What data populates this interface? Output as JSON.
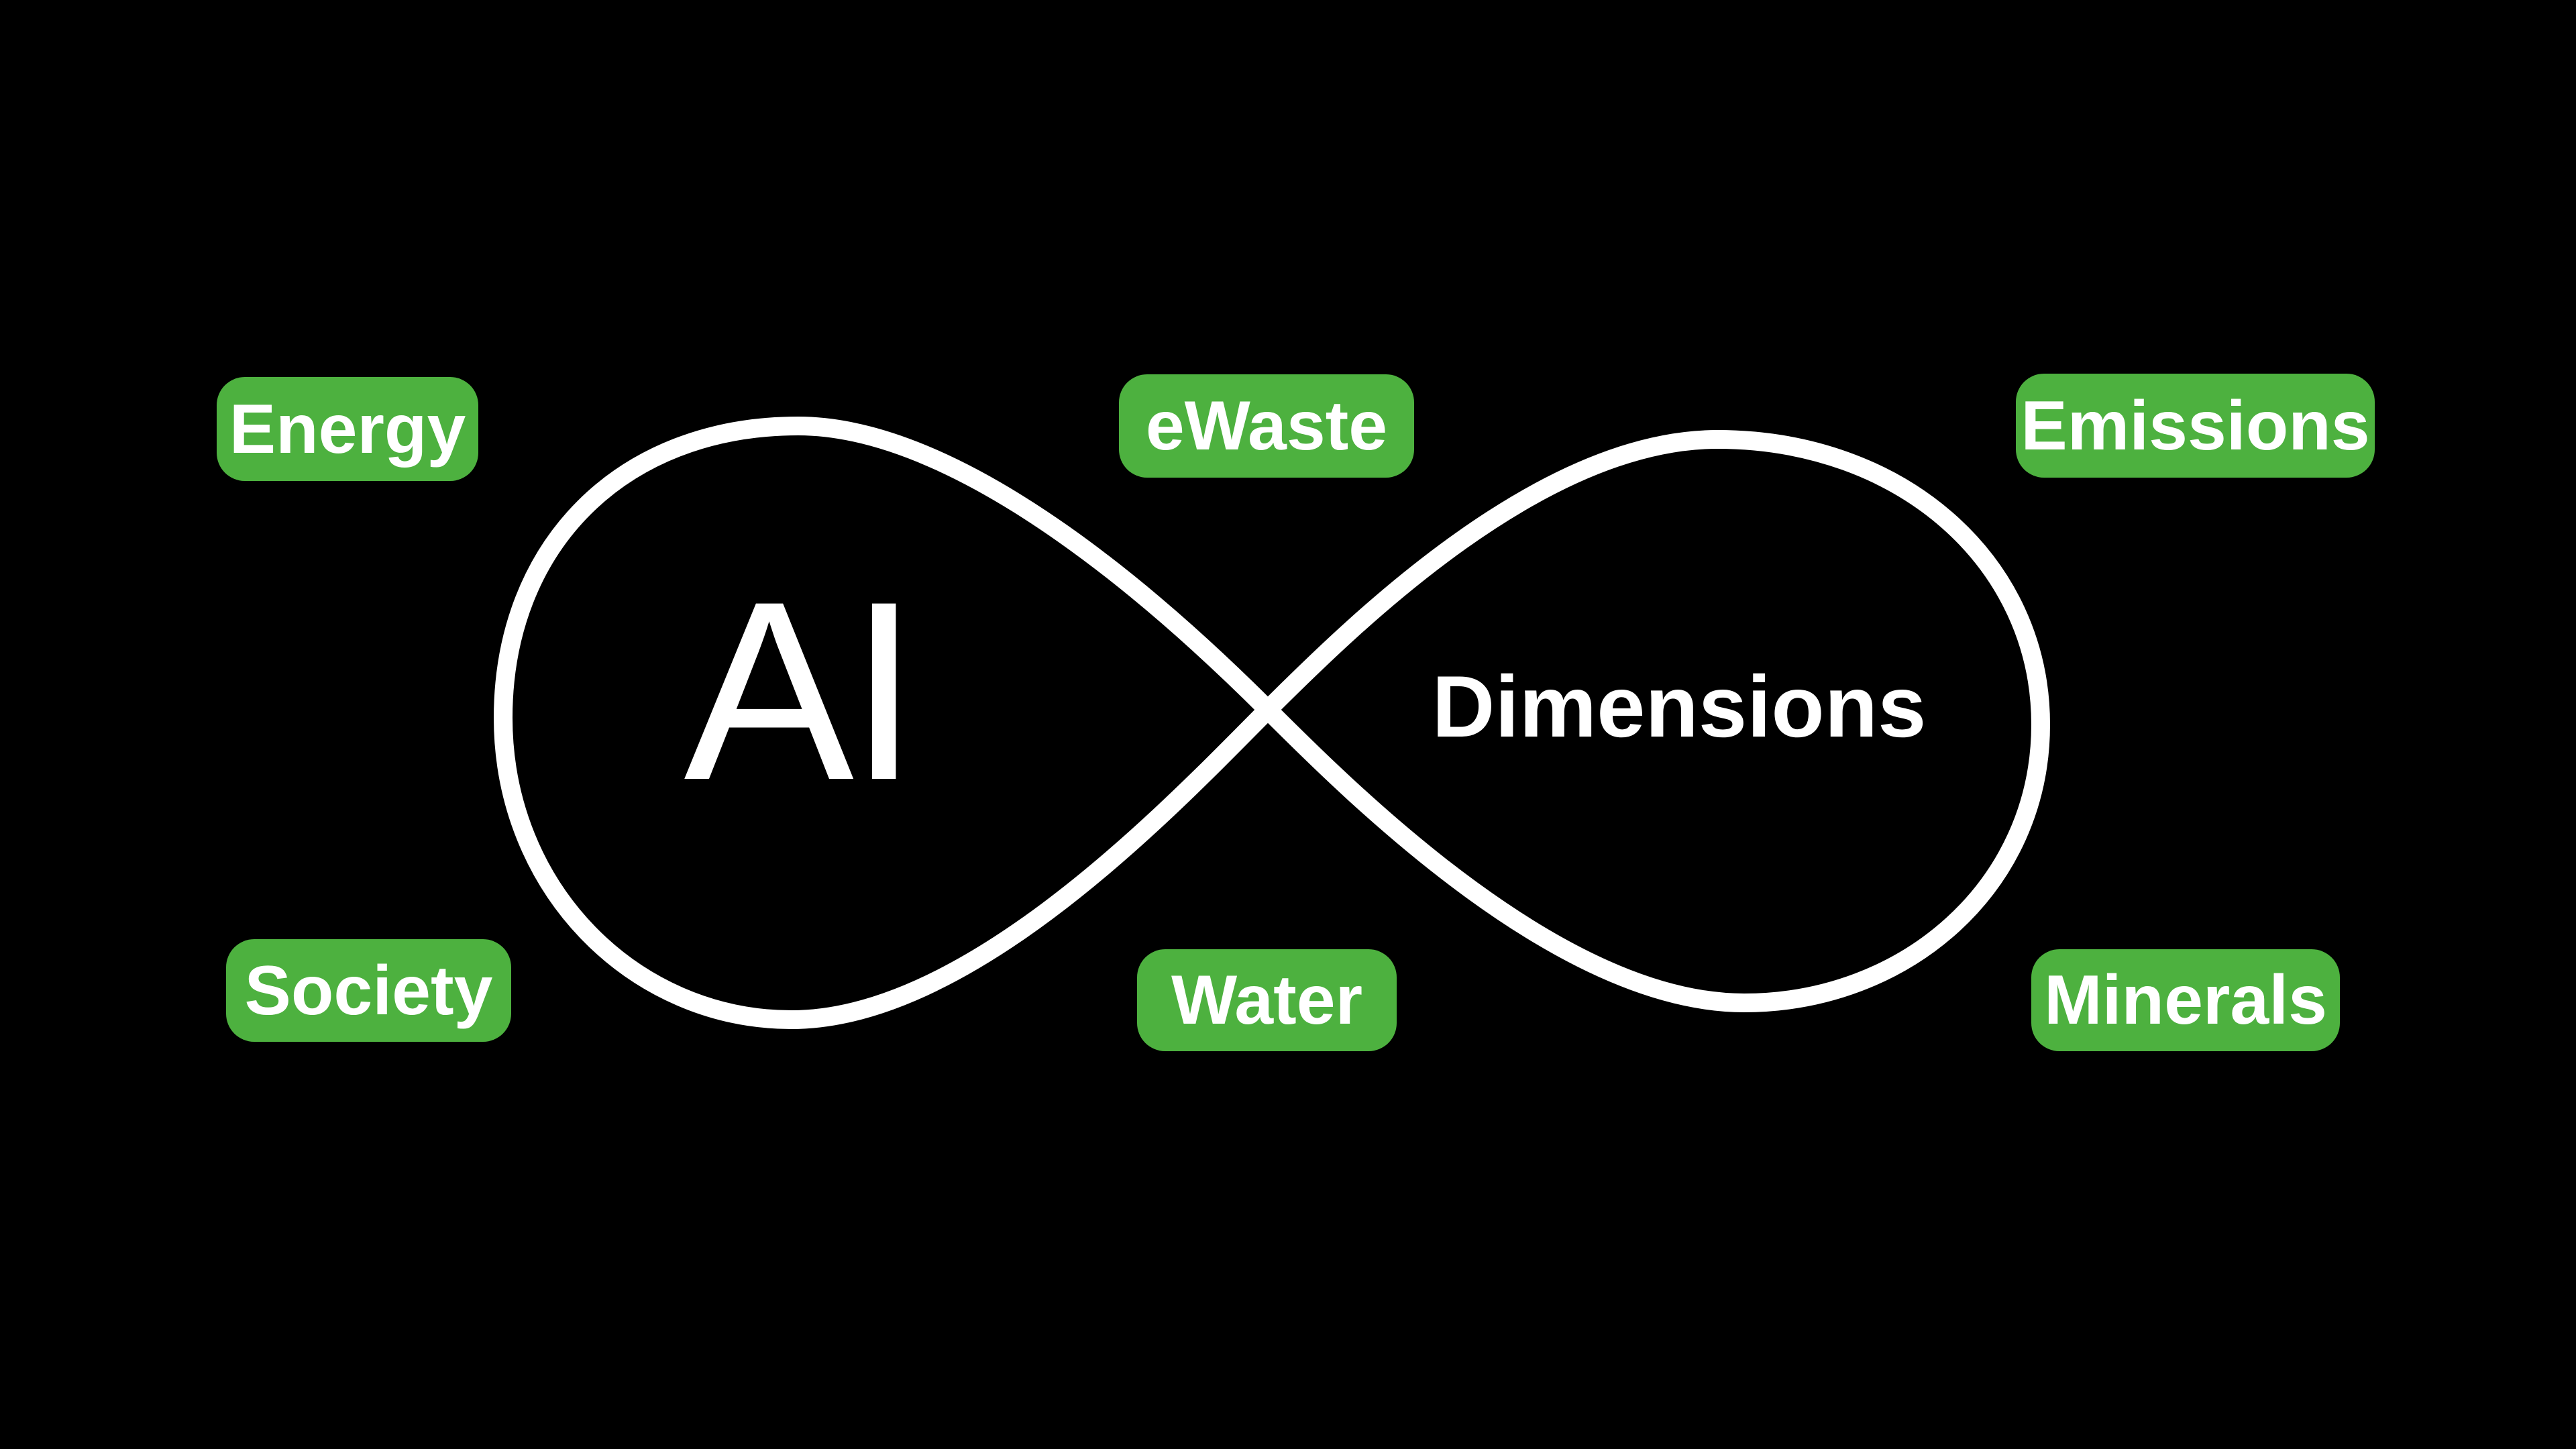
{
  "title": "AI Dimensions infinity diagram",
  "colors": {
    "background": "#000000",
    "badge": "#4db13f",
    "line": "#ffffff",
    "text": "#ffffff"
  },
  "center": {
    "left_label": "AI",
    "right_label": "Dimensions"
  },
  "badges": [
    {
      "id": "energy",
      "label": "Energy"
    },
    {
      "id": "ewaste",
      "label": "eWaste"
    },
    {
      "id": "emissions",
      "label": "Emissions"
    },
    {
      "id": "society",
      "label": "Society"
    },
    {
      "id": "water",
      "label": "Water"
    },
    {
      "id": "minerals",
      "label": "Minerals"
    }
  ]
}
